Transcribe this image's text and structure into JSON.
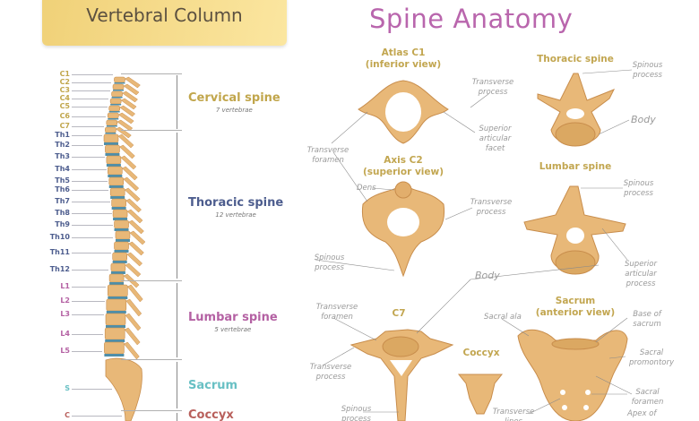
{
  "left_panel": {
    "title": "Vertebral Column",
    "vertebrae": [
      {
        "label": "C1",
        "group": "cerv"
      },
      {
        "label": "C2",
        "group": "cerv"
      },
      {
        "label": "C3",
        "group": "cerv"
      },
      {
        "label": "C4",
        "group": "cerv"
      },
      {
        "label": "C5",
        "group": "cerv"
      },
      {
        "label": "C6",
        "group": "cerv"
      },
      {
        "label": "C7",
        "group": "cerv"
      },
      {
        "label": "Th1",
        "group": "thor"
      },
      {
        "label": "Th2",
        "group": "thor"
      },
      {
        "label": "Th3",
        "group": "thor"
      },
      {
        "label": "Th4",
        "group": "thor"
      },
      {
        "label": "Th5",
        "group": "thor"
      },
      {
        "label": "Th6",
        "group": "thor"
      },
      {
        "label": "Th7",
        "group": "thor"
      },
      {
        "label": "Th8",
        "group": "thor"
      },
      {
        "label": "Th9",
        "group": "thor"
      },
      {
        "label": "Th10",
        "group": "thor"
      },
      {
        "label": "Th11",
        "group": "thor"
      },
      {
        "label": "Th12",
        "group": "thor"
      },
      {
        "label": "L1",
        "group": "lumb"
      },
      {
        "label": "L2",
        "group": "lumb"
      },
      {
        "label": "L3",
        "group": "lumb"
      },
      {
        "label": "L4",
        "group": "lumb"
      },
      {
        "label": "L5",
        "group": "lumb"
      },
      {
        "label": "S",
        "group": "sacr"
      },
      {
        "label": "C",
        "group": "cocc"
      }
    ],
    "regions": [
      {
        "name": "Cervical spine",
        "count": "7 vertebrae"
      },
      {
        "name": "Thoracic spine",
        "count": "12 vertebrae"
      },
      {
        "name": "Lumbar spine",
        "count": "5 vertebrae"
      },
      {
        "name": "Sacrum"
      },
      {
        "name": "Coccyx"
      }
    ]
  },
  "right_panel": {
    "title": "Spine Anatomy",
    "headings": {
      "atlas": "Atlas C1",
      "atlas_view": "(inferior view)",
      "thoracic": "Thoracic spine",
      "axis": "Axis C2",
      "axis_view": "(superior view)",
      "lumbar": "Lumbar spine",
      "c7": "C7",
      "sacrum": "Sacrum",
      "sacrum_view": "(anterior view)",
      "coccyx": "Coccyx"
    },
    "annotations": {
      "atlas_transverse_process": "Transverse process",
      "thoracic_spinous_process": "Spinous process",
      "thoracic_body": "Body",
      "superior_articular_facet": "Superior articular facet",
      "atlas_transverse_foramen": "Transverse foramen",
      "dens": "Dens",
      "axis_transverse_process": "Transverse process",
      "lumbar_spinous_process": "Spinous process",
      "axis_spinous_process": "Spinous process",
      "lumbar_body": "Body",
      "lumbar_superior_articular_process": "Superior articular process",
      "c7_transverse_foramen": "Transverse foramen",
      "sacral_ala": "Sacral ala",
      "base_of_sacrum": "Base of sacrum",
      "c7_transverse_process": "Transverse process",
      "sacral_promontory": "Sacral promontory",
      "sacral_foramen": "Sacral foramen",
      "c7_spinous_process": "Spinous process",
      "transverse_lines": "Transverse lines",
      "apex_of_sacrum": "Apex of"
    }
  },
  "colors": {
    "cervical": "#c1a64c",
    "thoracic": "#4d5d8e",
    "lumbar": "#b461a3",
    "sacrum": "#68c0c4",
    "coccyx": "#b85f5b",
    "title": "#b966ad",
    "bone": "#e8b878",
    "disc": "#4f8ea8"
  }
}
